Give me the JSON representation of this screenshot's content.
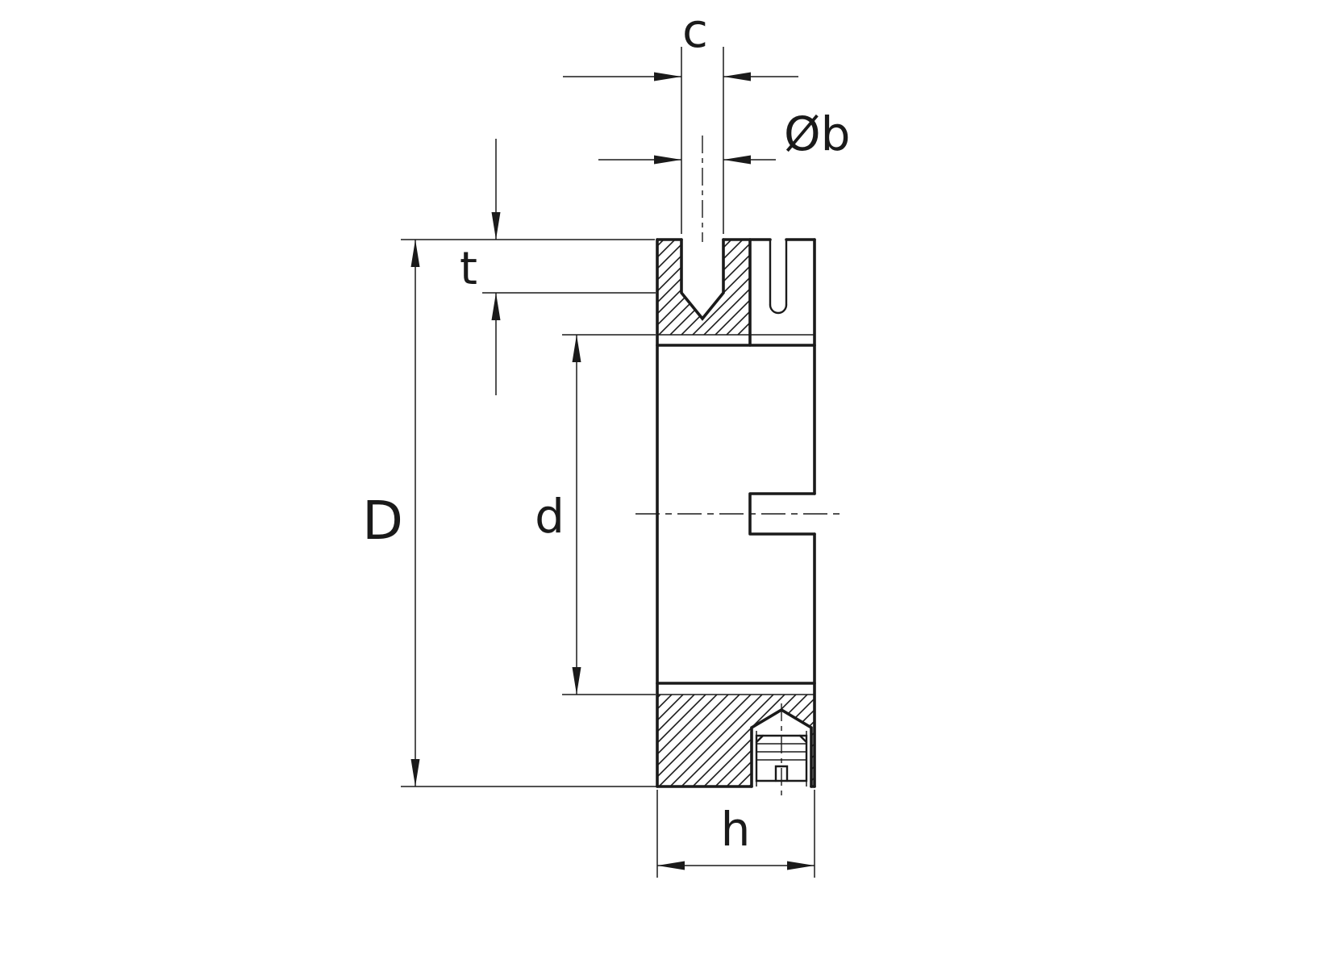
{
  "drawing": {
    "kind": "technical-cross-section",
    "subject": "slotted locknut with radial drilled hole and locking set screw",
    "line_color": "#1a1a1a",
    "background_color": "#ffffff"
  },
  "labels": {
    "c": "c",
    "b": "Øb",
    "t": "t",
    "D": "D",
    "d": "d",
    "h": "h"
  }
}
